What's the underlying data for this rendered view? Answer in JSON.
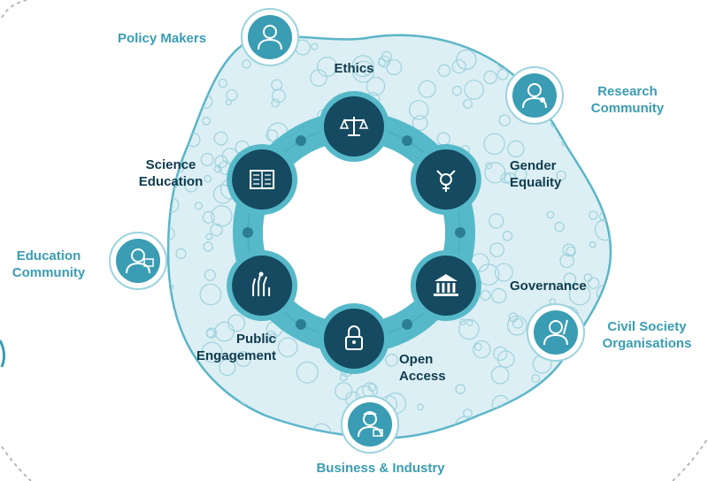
{
  "colors": {
    "pillar_dark": "#154a60",
    "ring_teal": "#56b9c9",
    "cloud_fill": "#dceff4",
    "cloud_stroke": "#5bb5c8",
    "stakeholder_teal": "#3a9db3"
  },
  "pillars": [
    {
      "id": "ethics",
      "line1": "Ethics",
      "line2": "",
      "icon": "scales-icon"
    },
    {
      "id": "gender",
      "line1": "Gender",
      "line2": "Equality",
      "icon": "gender-symbol-icon"
    },
    {
      "id": "governance",
      "line1": "Governance",
      "line2": "",
      "icon": "institution-building-icon"
    },
    {
      "id": "open-access",
      "line1": "Open",
      "line2": "Access",
      "icon": "padlock-open-icon"
    },
    {
      "id": "public-engagement",
      "line1": "Public",
      "line2": "Engagement",
      "icon": "raised-hands-icon"
    },
    {
      "id": "science-education",
      "line1": "Science",
      "line2": "Education",
      "icon": "open-book-icon"
    }
  ],
  "stakeholders": [
    {
      "id": "policy-makers",
      "line1": "Policy Makers",
      "line2": "",
      "icon": "policy-maker-person-icon"
    },
    {
      "id": "research",
      "line1": "Research",
      "line2": "Community",
      "icon": "researcher-person-icon"
    },
    {
      "id": "civil-society",
      "line1": "Civil Society",
      "line2": "Organisations",
      "icon": "activist-person-icon"
    },
    {
      "id": "business",
      "line1": "Business & Industry",
      "line2": "",
      "icon": "business-person-icon"
    },
    {
      "id": "education",
      "line1": "Education",
      "line2": "Community",
      "icon": "teacher-person-icon"
    }
  ]
}
